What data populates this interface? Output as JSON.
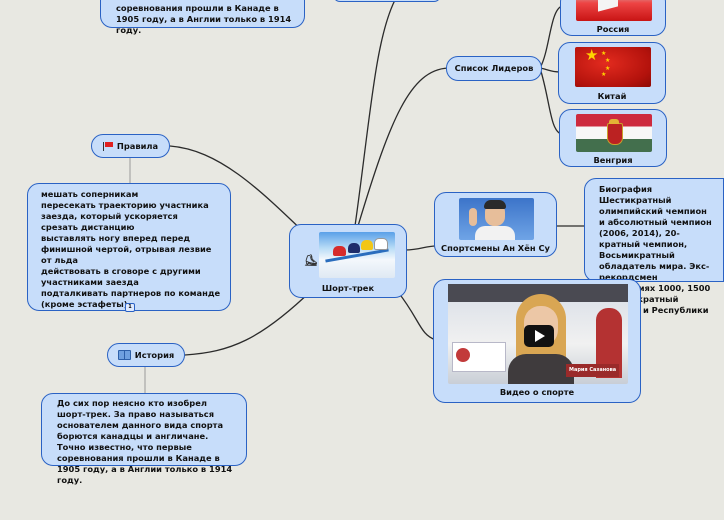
{
  "central": {
    "label": "Шорт-трек",
    "skater_icon": "⛸"
  },
  "leaders": {
    "label": "Список Лидеров"
  },
  "flags": [
    {
      "caption": "Россия",
      "icon": "russia-flag"
    },
    {
      "caption": "Китай",
      "icon": "china-flag"
    },
    {
      "caption": "Венгрия",
      "icon": "hungary-flag"
    }
  ],
  "athlete": {
    "label": "Спортсмены Ан Хён Су",
    "bio": "Биография Шестикратный олимпийский чемпион и абсолютный чемпион (2006, 2014), 20-кратный чемпион, Восьмикратный обладатель мира. Экс-рекордсмен дистанциях 1000, 1500 и Многократный чемпион и Республики Корея."
  },
  "video": {
    "label": "Видео о спорте",
    "caption_text": "Мария Сазанова"
  },
  "rules": {
    "label": "Правила",
    "text": "мешать соперникам\nпересекать траекторию участника заезда, который ускоряется\nсрезать дистанцию\nвыставлять ногу вперед перед финишной чертой, отрывая лезвие от льда\nдействовать в сговоре с другими участниками заезда\nподталкивать партнеров по команде (кроме эстафеты)",
    "badge": "1"
  },
  "history": {
    "label": "История",
    "text": "До сих пор неясно кто изобрел шорт-трек. За право называться основателем данного вида спорта борются канадцы и англичане. Точно известно, что первые соревнования прошли в Канаде в 1905 году, а в Англии только в 1914 году."
  },
  "top_note": {
    "text": "соревнования прошли в Канаде в 1905 году, а в Англии только в 1914 году."
  },
  "colors": {
    "node_fill": "#c7ddfa",
    "node_border": "#2a62c4",
    "edge": "#2b2b2b",
    "background": "#e8e8e2"
  }
}
